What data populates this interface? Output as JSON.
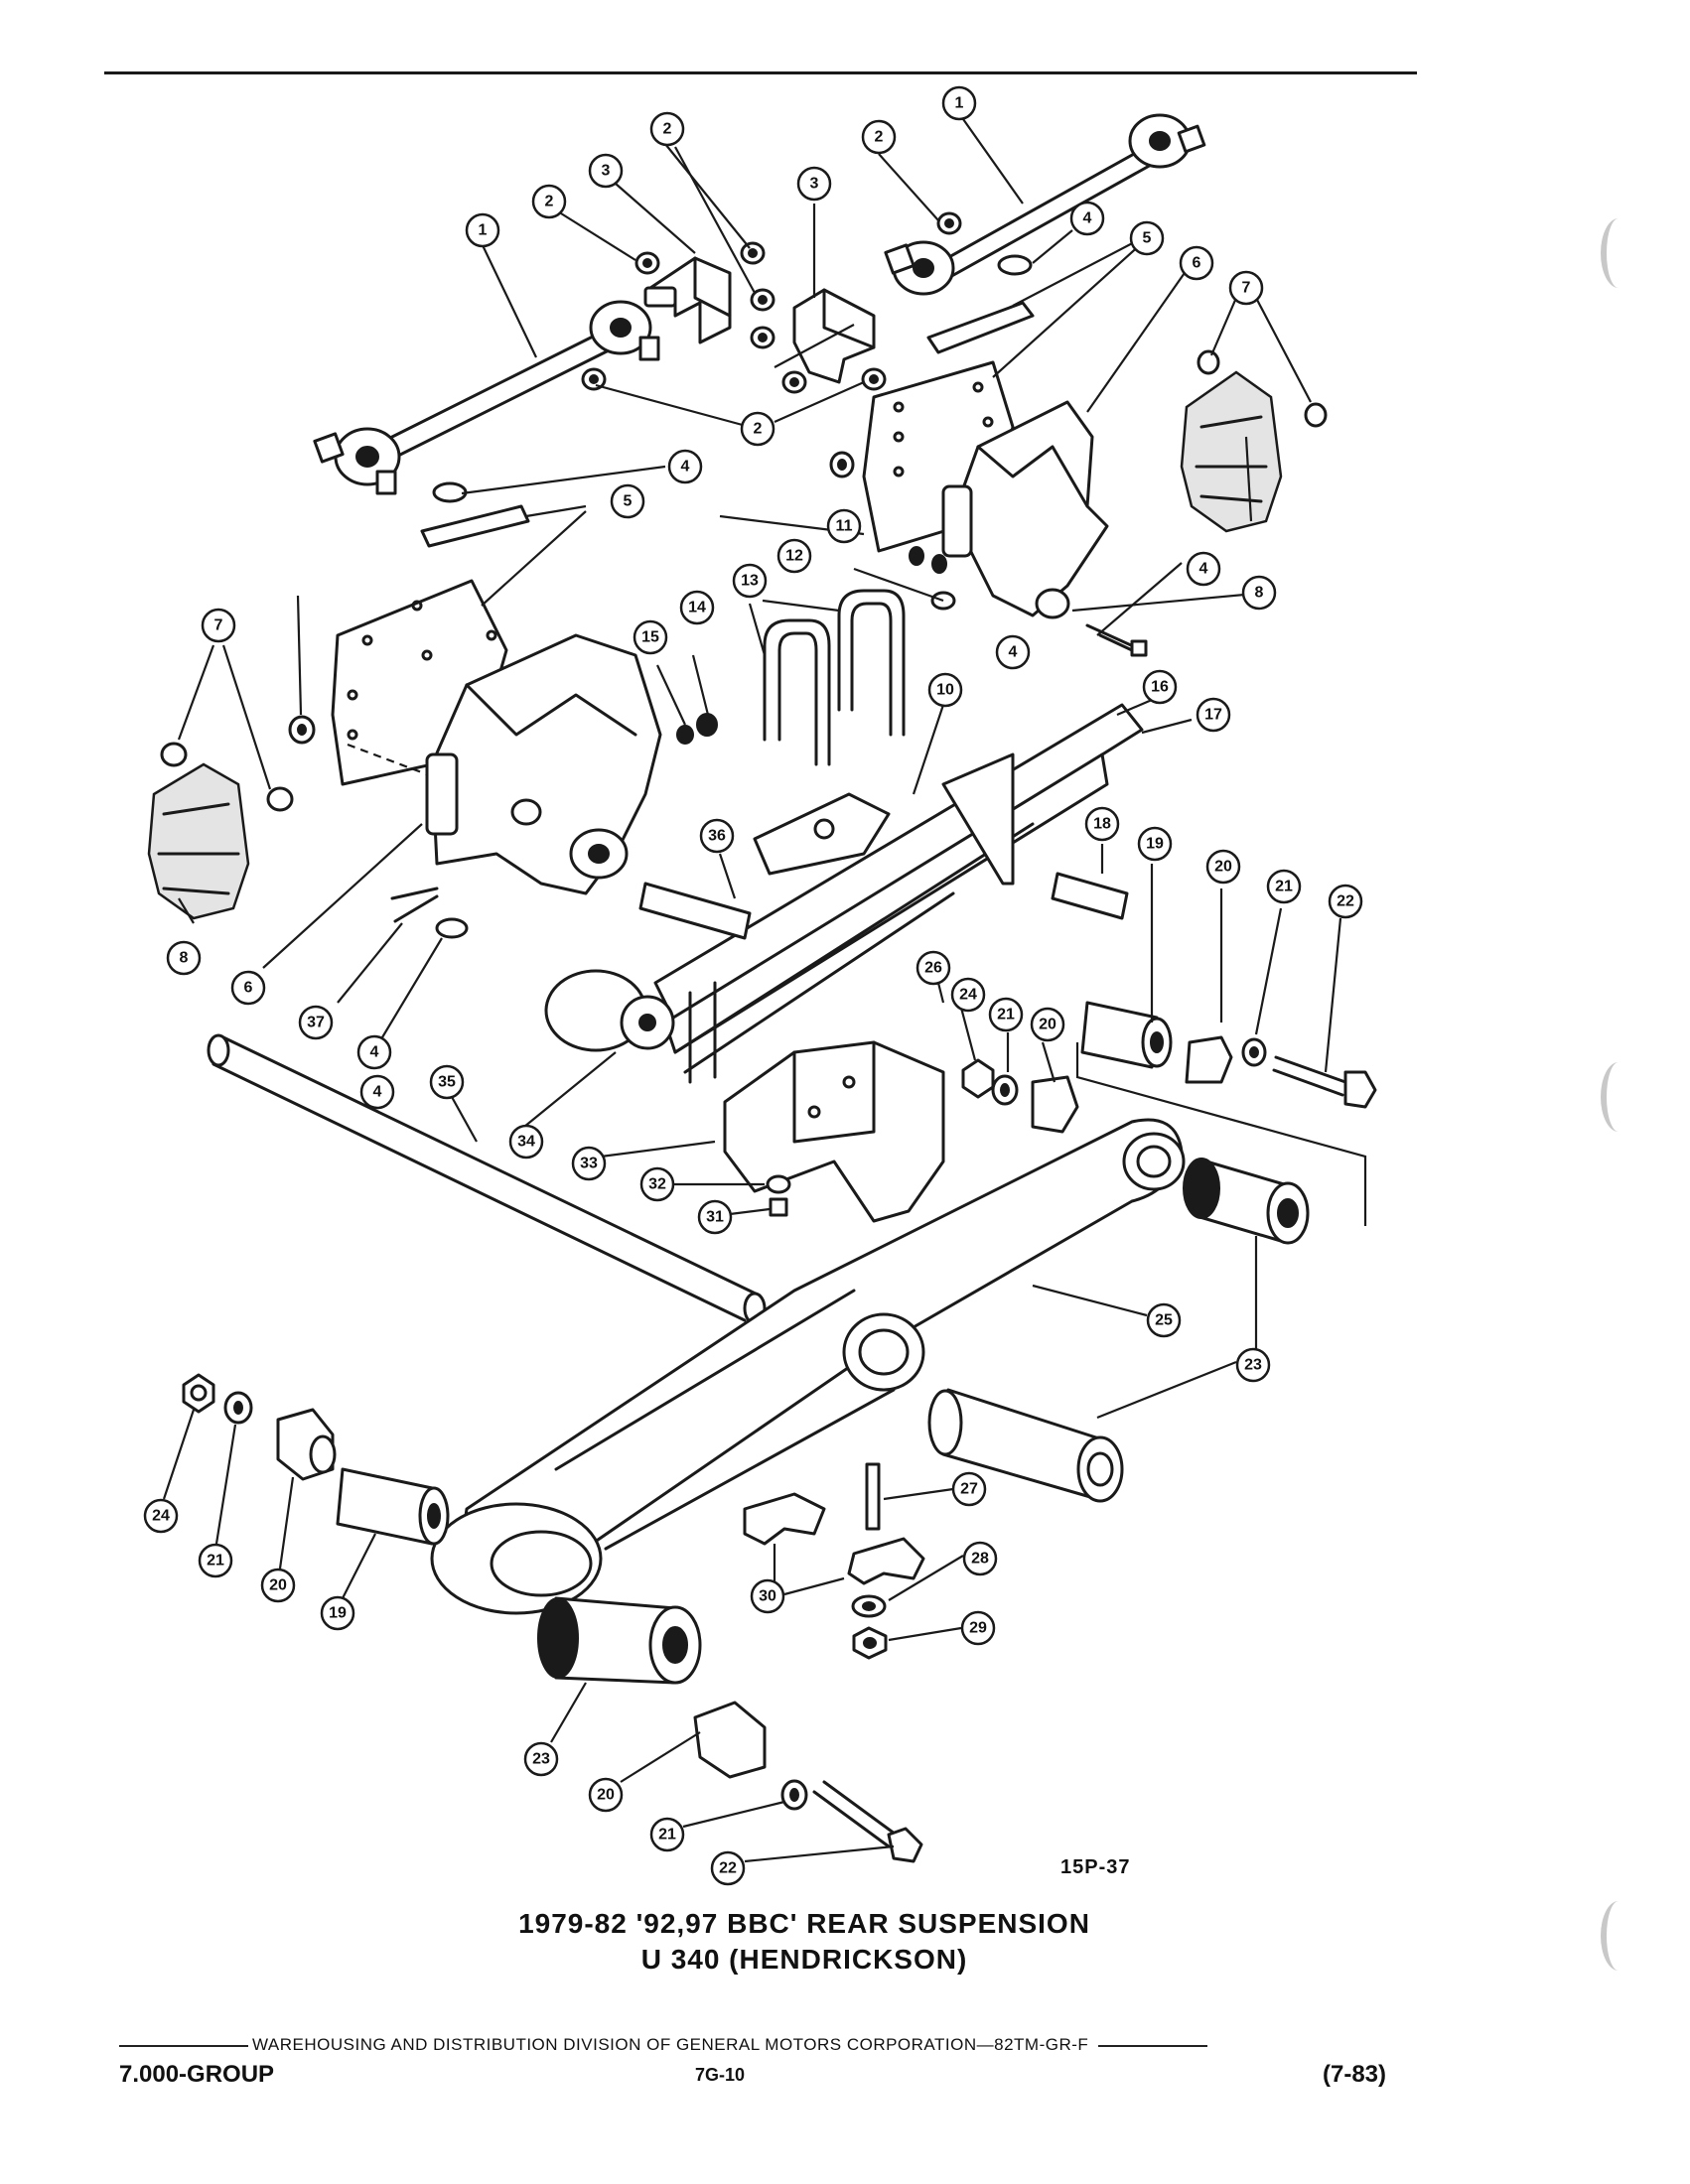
{
  "diagram": {
    "figure_code": "15P-37",
    "caption_line1": "1979-82 '92,97 BBC' REAR SUSPENSION",
    "caption_line2": "U 340 (HENDRICKSON)",
    "callouts": [
      {
        "label": "1"
      },
      {
        "label": "2"
      },
      {
        "label": "3"
      },
      {
        "label": "2"
      },
      {
        "label": "3"
      },
      {
        "label": "2"
      },
      {
        "label": "1"
      },
      {
        "label": "4"
      },
      {
        "label": "5"
      },
      {
        "label": "6"
      },
      {
        "label": "7"
      },
      {
        "label": "2"
      },
      {
        "label": "4"
      },
      {
        "label": "5"
      },
      {
        "label": "11"
      },
      {
        "label": "12"
      },
      {
        "label": "13"
      },
      {
        "label": "4"
      },
      {
        "label": "8"
      },
      {
        "label": "4"
      },
      {
        "label": "14"
      },
      {
        "label": "15"
      },
      {
        "label": "7"
      },
      {
        "label": "10"
      },
      {
        "label": "16"
      },
      {
        "label": "17"
      },
      {
        "label": "8"
      },
      {
        "label": "6"
      },
      {
        "label": "36"
      },
      {
        "label": "18"
      },
      {
        "label": "19"
      },
      {
        "label": "20"
      },
      {
        "label": "21"
      },
      {
        "label": "22"
      },
      {
        "label": "37"
      },
      {
        "label": "4"
      },
      {
        "label": "26"
      },
      {
        "label": "24"
      },
      {
        "label": "21"
      },
      {
        "label": "20"
      },
      {
        "label": "35"
      },
      {
        "label": "34"
      },
      {
        "label": "33"
      },
      {
        "label": "32"
      },
      {
        "label": "31"
      },
      {
        "label": "25"
      },
      {
        "label": "23"
      },
      {
        "label": "24"
      },
      {
        "label": "21"
      },
      {
        "label": "20"
      },
      {
        "label": "19"
      },
      {
        "label": "27"
      },
      {
        "label": "28"
      },
      {
        "label": "30"
      },
      {
        "label": "29"
      },
      {
        "label": "23"
      },
      {
        "label": "20"
      },
      {
        "label": "21"
      },
      {
        "label": "22"
      },
      {
        "label": "4"
      }
    ]
  },
  "footer": {
    "distribution_line": "WAREHOUSING AND DISTRIBUTION  DIVISION OF GENERAL MOTORS CORPORATION—82TM-GR-F",
    "group": "7.000-GROUP",
    "page_number": "7G-10",
    "revision": "(7-83)"
  }
}
